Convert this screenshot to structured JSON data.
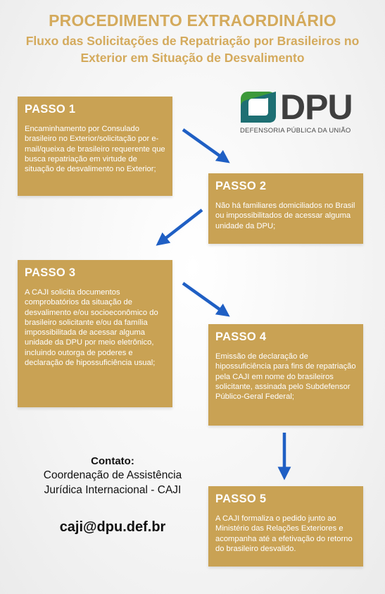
{
  "header": {
    "title": "PROCEDIMENTO EXTRAORDINÁRIO",
    "subtitle_line1": "Fluxo das Solicitações de Repatriação por Brasileiros no",
    "subtitle_line2": "Exterior em Situação de Desvalimento"
  },
  "logo": {
    "name": "DPU",
    "tagline": "DEFENSORIA PÚBLICA DA UNIÃO",
    "icon": "dpu-logo-icon"
  },
  "steps": [
    {
      "title": "PASSO 1",
      "text": "Encaminhamento por Consulado brasileiro no Exterior/solicitação por e-mail/queixa de brasileiro requerente que busca repatriação em virtude de situação de desvalimento no Exterior;"
    },
    {
      "title": "PASSO 2",
      "text": "Não há familiares domiciliados no Brasil ou impossibilitados de acessar alguma unidade da DPU;"
    },
    {
      "title": "PASSO 3",
      "text": "A CAJI solicita documentos comprobatórios da situação de desvalimento e/ou socioeconômico do brasileiro solicitante e/ou da família impossibilitada de acessar alguma unidade da DPU por meio eletrônico, incluindo outorga de poderes e declaração de hipossuficiência usual;"
    },
    {
      "title": "PASSO 4",
      "text": "Emissão de declaração de hipossuficiência para fins de repatriação pela CAJI em nome do brasileiros solicitante, assinada pelo Subdefensor Público-Geral Federal;"
    },
    {
      "title": "PASSO 5",
      "text": "A CAJI formaliza o pedido junto ao Ministério das Relações Exteriores e acompanha até a efetivação do retorno do brasileiro desvalido."
    }
  ],
  "contact": {
    "label": "Contato:",
    "org_line1": "Coordenação de Assistência",
    "org_line2": "Jurídica Internacional - CAJI",
    "email": "caji@dpu.def.br"
  },
  "colors": {
    "gold": "#c9a254",
    "title_gold": "#d4aa5c",
    "arrow_blue": "#1f5fc4",
    "logo_green": "#3d9a3a",
    "logo_teal": "#1e6f73",
    "logo_gray": "#3f3f3f"
  }
}
